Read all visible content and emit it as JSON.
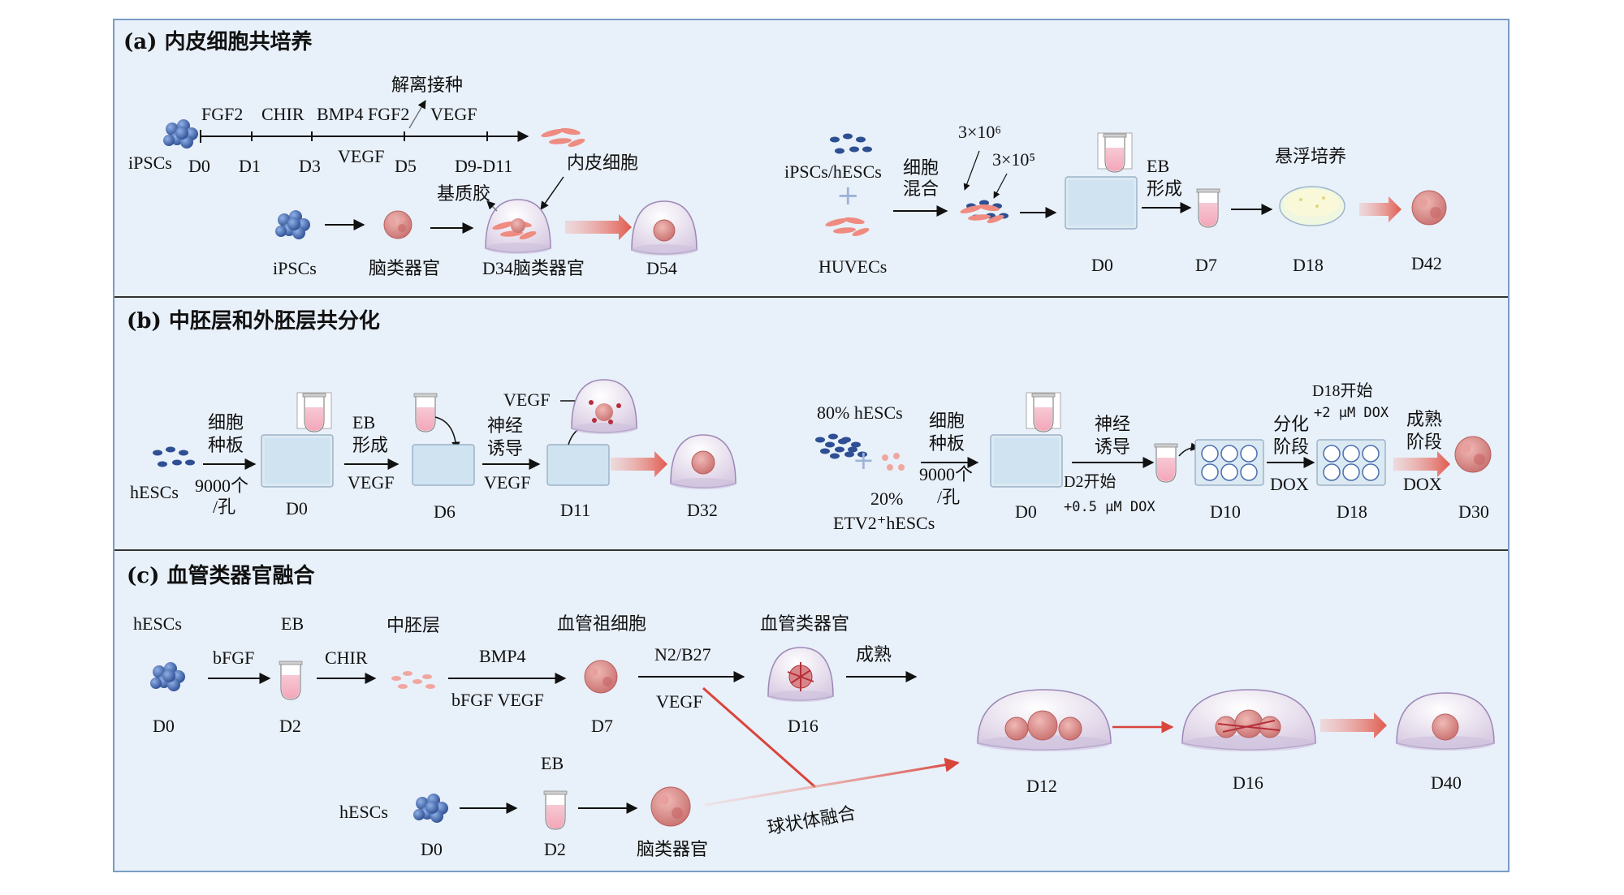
{
  "colors": {
    "panel_bg": "#e8f0f9",
    "panel_border": "#7a9cc4",
    "cell_blue": "#3e63a8",
    "organoid_pink": "#d9868a",
    "arrow_red": "#d9453b"
  },
  "panel_a": {
    "title": "(a) 内皮细胞共培养",
    "top_timeline": {
      "start_label": "iPSCs",
      "days": [
        "D0",
        "D1",
        "D3",
        "D5",
        "D9-D11"
      ],
      "factors_above": [
        "FGF2",
        "CHIR",
        "BMP4 FGF2",
        "VEGF"
      ],
      "factor_below": "VEGF",
      "dissociate_label": "解离接种",
      "endothelial_label": "内皮细胞"
    },
    "bottom_row": {
      "ipsc_label": "iPSCs",
      "brain_organoid_label": "脑类器官",
      "matrigel_label": "基质胶",
      "d34_label": "D34脑类器官",
      "d54_label": "D54"
    },
    "right": {
      "cells_top_label": "iPSCs/hESCs",
      "plus": "+",
      "cells_bottom_label": "HUVECs",
      "mix_label_1": "细胞",
      "mix_label_2": "混合",
      "count_1": "3×10⁶",
      "count_2": "3×10⁵",
      "eb_label_1": "EB",
      "eb_label_2": "形成",
      "suspension_label": "悬浮培养",
      "days": [
        "D0",
        "D7",
        "D18",
        "D42"
      ]
    }
  },
  "panel_b": {
    "title": "(b) 中胚层和外胚层共分化",
    "left": {
      "cells_label": "hESCs",
      "seed_label_1": "细胞",
      "seed_label_2": "种板",
      "seed_count": "9000个",
      "seed_unit": "/孔",
      "eb_label_1": "EB",
      "eb_label_2": "形成",
      "vegf_1": "VEGF",
      "neuro_label_1": "神经",
      "neuro_label_2": "诱导",
      "vegf_2": "VEGF",
      "vegf_top": "VEGF",
      "days": [
        "D0",
        "D6",
        "D11",
        "D32"
      ]
    },
    "right": {
      "pct_1": "80% hESCs",
      "plus": "+",
      "pct_2": "20%",
      "etv2_label": "ETV2⁺hESCs",
      "seed_label_1": "细胞",
      "seed_label_2": "种板",
      "seed_count": "9000个",
      "seed_unit": "/孔",
      "neuro_label_1": "神经",
      "neuro_label_2": "诱导",
      "dox_start": "D2开始",
      "dox_amount": "+0.5 μM DOX",
      "diff_label_1": "分化",
      "diff_label_2": "阶段",
      "dox_1": "DOX",
      "d18_start": "D18开始",
      "d18_amount": "+2 μM DOX",
      "mature_label_1": "成熟",
      "mature_label_2": "阶段",
      "dox_2": "DOX",
      "days": [
        "D0",
        "D10",
        "D18",
        "D30"
      ]
    }
  },
  "panel_c": {
    "title": "(c) 血管类器官融合",
    "top_row": {
      "hescs": "hESCs",
      "d0": "D0",
      "bfgf": "bFGF",
      "eb": "EB",
      "d2": "D2",
      "chir": "CHIR",
      "mesoderm": "中胚层",
      "bmp4": "BMP4",
      "bfgf_vegf": "bFGF VEGF",
      "progenitor": "血管祖细胞",
      "d7": "D7",
      "n2b27": "N2/B27",
      "vegf": "VEGF",
      "vascular_organoid": "血管类器官",
      "d16": "D16",
      "mature": "成熟"
    },
    "bottom_row": {
      "hescs": "hESCs",
      "d0": "D0",
      "eb": "EB",
      "d2": "D2",
      "brain_organoid": "脑类器官",
      "fusion": "球状体融合"
    },
    "right_days": [
      "D12",
      "D16",
      "D40"
    ]
  }
}
